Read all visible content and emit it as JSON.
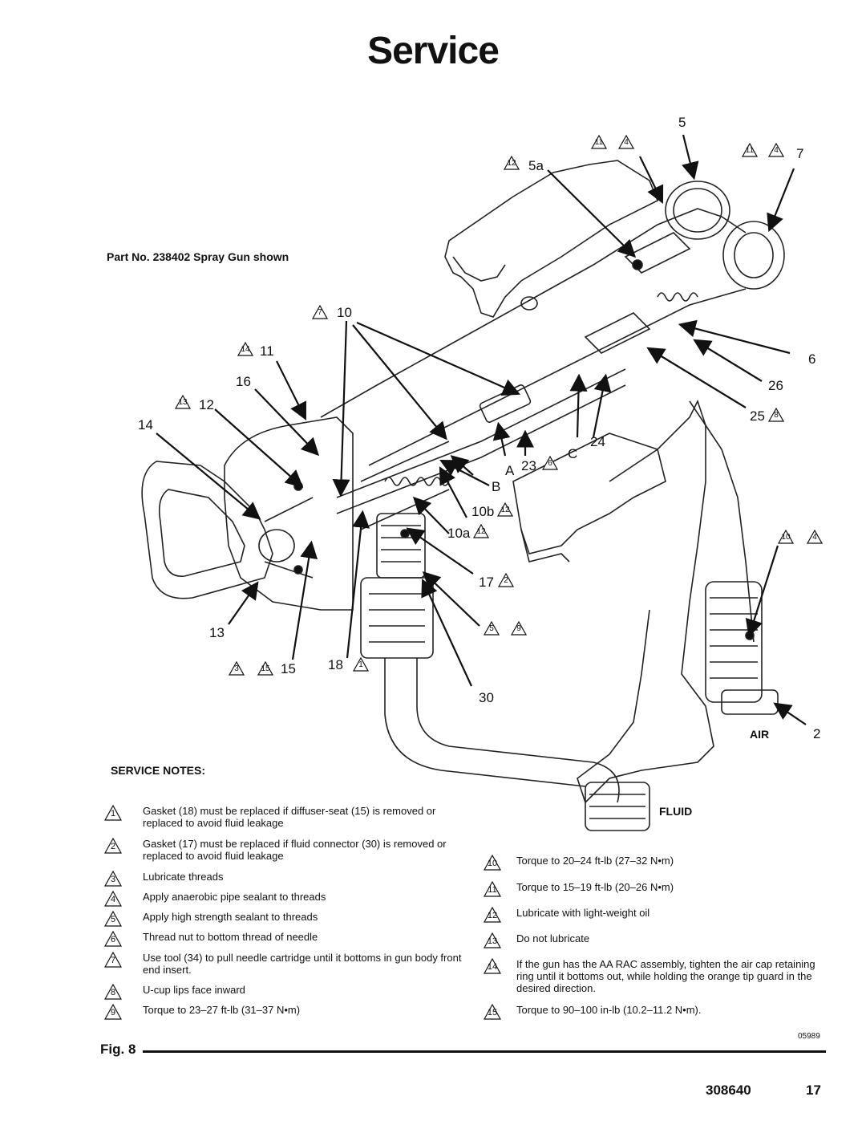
{
  "title": "Service",
  "caption": "Part No. 238402 Spray Gun shown",
  "labels": {
    "l5": "5",
    "l5a": "5a",
    "l7": "7",
    "l10": "10",
    "l11": "11",
    "l16": "16",
    "l12": "12",
    "l14": "14",
    "l6": "6",
    "l26": "26",
    "l25": "25",
    "l24": "24",
    "l23": "23",
    "lA": "A",
    "lB": "B",
    "lC": "C",
    "l10b": "10b",
    "l10a": "10a",
    "l17": "17",
    "l13": "13",
    "l15": "15",
    "l18": "18",
    "l30": "30",
    "l2": "2",
    "air": "AIR",
    "fluid": "FLUID"
  },
  "triangles": {
    "t11a": "11",
    "t4a": "4",
    "t12a": "12",
    "t11b": "11",
    "t4b": "4",
    "t7": "7",
    "t14": "14",
    "t13": "13",
    "t8": "8",
    "t6": "6",
    "t12b": "12",
    "t12c": "12",
    "t10": "10",
    "t4c": "4",
    "t2": "2",
    "t5": "5",
    "t9": "9",
    "t3": "3",
    "t15": "15",
    "t1": "1"
  },
  "notes_heading": "SERVICE NOTES:",
  "notes_left": [
    {
      "num": "1",
      "text": "Gasket (18) must be replaced if diffuser-seat (15) is removed or replaced to avoid fluid leakage"
    },
    {
      "num": "2",
      "text": "Gasket (17) must be replaced if fluid connector (30) is removed or replaced to avoid fluid leakage"
    },
    {
      "num": "3",
      "text": "Lubricate threads"
    },
    {
      "num": "4",
      "text": "Apply anaerobic pipe sealant to threads"
    },
    {
      "num": "5",
      "text": "Apply high strength sealant to threads"
    },
    {
      "num": "6",
      "text": "Thread nut to bottom thread of needle"
    },
    {
      "num": "7",
      "text": "Use tool (34) to pull needle cartridge until it bottoms in gun body front end insert."
    },
    {
      "num": "8",
      "text": "U-cup lips face inward"
    },
    {
      "num": "9",
      "text": "Torque to 23–27 ft-lb (31–37 N•m)"
    }
  ],
  "notes_right": [
    {
      "num": "10",
      "text": "Torque to 20–24 ft-lb (27–32 N•m)"
    },
    {
      "num": "11",
      "text": "Torque to 15–19 ft-lb (20–26 N•m)"
    },
    {
      "num": "12",
      "text": "Lubricate with light-weight oil"
    },
    {
      "num": "13",
      "text": "Do not lubricate"
    },
    {
      "num": "14",
      "text": "If the gun has the AA RAC assembly, tighten the air cap retaining ring until it bottoms out, while holding the orange tip guard in the desired direction."
    },
    {
      "num": "15",
      "text": "Torque to 90–100 in-lb (10.2–11.2 N•m)."
    }
  ],
  "fig_label": "Fig. 8",
  "drawing_code": "05989",
  "footer": {
    "doc_number": "308640",
    "page_number": "17"
  }
}
